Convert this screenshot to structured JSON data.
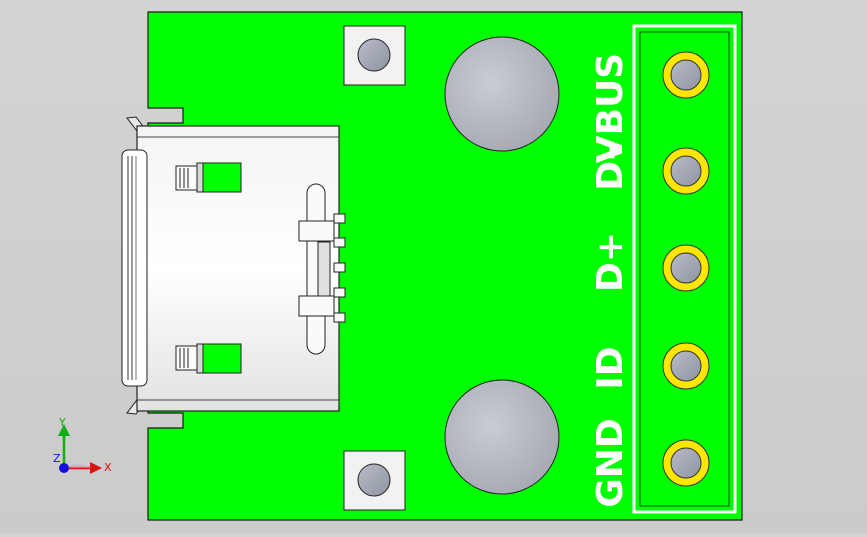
{
  "viewport": {
    "background": "#cfcfcf",
    "board_color": "#00ff00",
    "pad_color": "#ffe600"
  },
  "silkscreen": {
    "pin_labels": [
      "GND",
      "ID",
      "D+",
      "D-",
      "VBUS"
    ]
  },
  "triad": {
    "x_label": "X",
    "y_label": "Y",
    "z_label": "Z",
    "x_color": "#e01010",
    "y_color": "#10b010",
    "z_color": "#1010e0"
  }
}
